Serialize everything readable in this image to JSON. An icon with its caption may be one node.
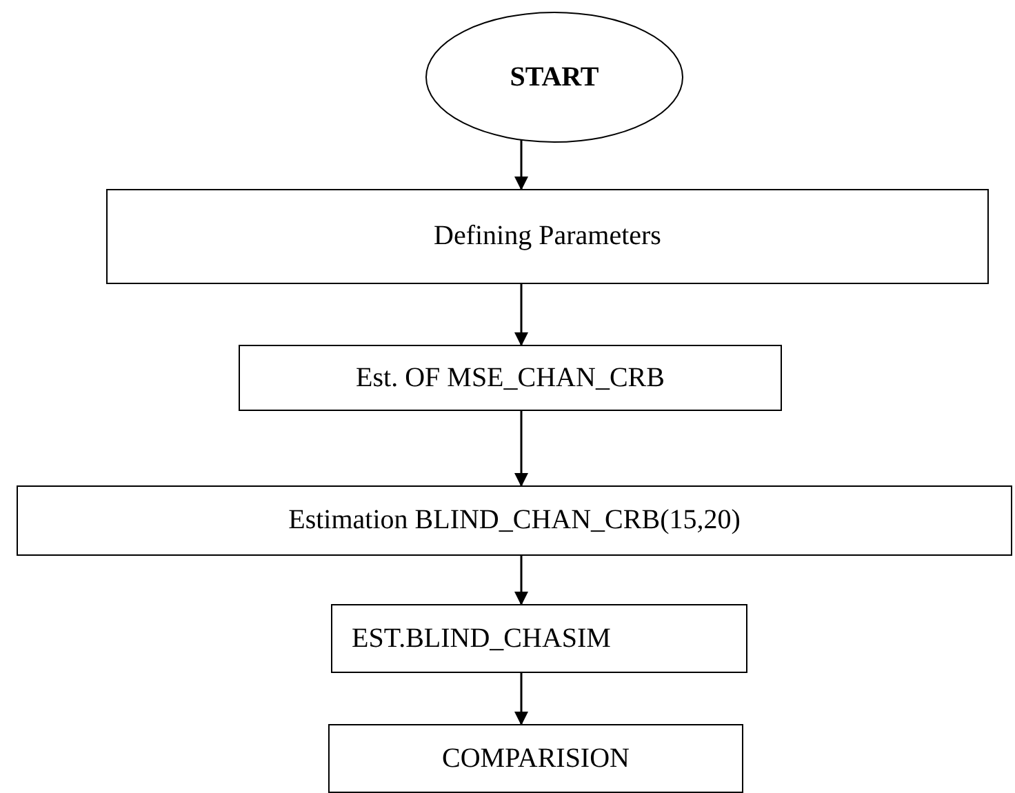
{
  "diagram": {
    "nodes": [
      {
        "text": [
          "START"
        ]
      },
      {
        "text": [
          "Defining Parameters"
        ]
      },
      {
        "text": [
          "Est. OF MSE_CHAN_CRB"
        ]
      },
      {
        "text": [
          "Estimation BLIND_CHAN_CRB(15,20)"
        ]
      },
      {
        "text": [
          "EST.BLIND_CHASIM"
        ]
      },
      {
        "text": [
          "COMPARISION"
        ]
      }
    ],
    "edges": [
      {
        "from": 0,
        "to": 1,
        "arrow": "to"
      },
      {
        "from": 1,
        "to": 2,
        "arrow": "to"
      },
      {
        "from": 2,
        "to": 3,
        "arrow": "to"
      },
      {
        "from": 3,
        "to": 4,
        "arrow": "to"
      },
      {
        "from": 4,
        "to": 5,
        "arrow": "to"
      }
    ]
  }
}
